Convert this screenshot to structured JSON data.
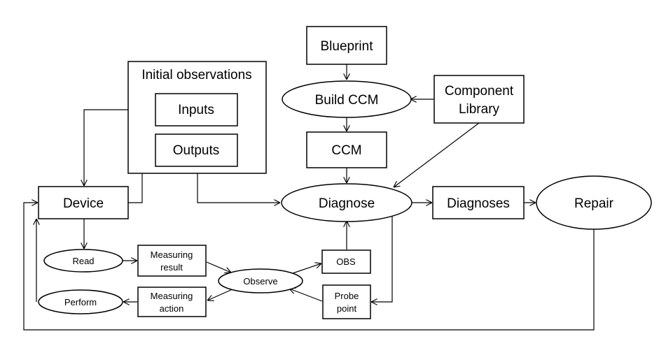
{
  "diagram": {
    "nodes": {
      "blueprint": "Blueprint",
      "build_ccm": "Build CCM",
      "component_library": [
        "Component",
        "Library"
      ],
      "ccm": "CCM",
      "initial_observations": "Initial observations",
      "inputs": "Inputs",
      "outputs": "Outputs",
      "device": "Device",
      "diagnose": "Diagnose",
      "diagnoses": "Diagnoses",
      "repair": "Repair",
      "read": "Read",
      "perform": "Perform",
      "measuring_result": [
        "Measuring",
        "result"
      ],
      "measuring_action": [
        "Measuring",
        "action"
      ],
      "observe": "Observe",
      "obs": "OBS",
      "probe_point": [
        "Probe",
        "point"
      ]
    }
  }
}
